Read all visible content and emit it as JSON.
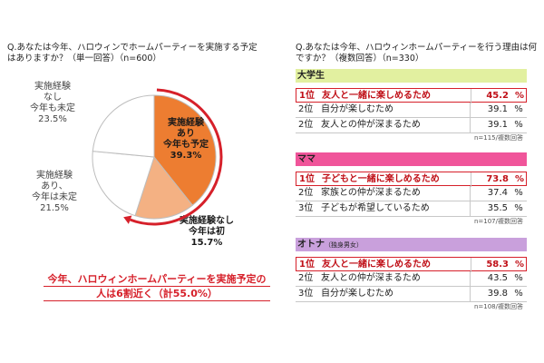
{
  "left_question": "Q.あなたは今年、ハロウィンでホームパーティーを実施する予定はありますか？（単一回答）（n=600）",
  "right_question": "Q.あなたは今年、ハロウィンホームパーティーを行う理由は何ですか？（複数回答）（n=330）",
  "conclusion": {
    "line1": "今年、ハロウィンホームパーティーを実施予定の",
    "line2": "人は6割近く（計55.0%）"
  },
  "colors": {
    "dark_orange": "#ed7d31",
    "light_orange": "#f4b183",
    "white_slice": "#ffffff",
    "accent_red": "#d6202a",
    "student_head": "#e2f0a0",
    "mama_head": "#f0559a",
    "otona_head": "#c9a0dc"
  },
  "chart_data": [
    {
      "type": "pie",
      "slices": [
        {
          "label_lines": [
            "実施経験",
            "あり",
            "今年も予定"
          ],
          "value_text": "39.3%",
          "value": 39.3,
          "color": "#ed7d31"
        },
        {
          "label_lines": [
            "実施経験なし",
            "今年は初"
          ],
          "value_text": "15.7%",
          "value": 15.7,
          "color": "#f4b183"
        },
        {
          "label_lines": [
            "実施経験",
            "あり、",
            "今年は未定"
          ],
          "value_text": "21.5%",
          "value": 21.5,
          "color": "#ffffff"
        },
        {
          "label_lines": [
            "実施経験",
            "なし",
            "今年も未定"
          ],
          "value_text": "23.5%",
          "value": 23.5,
          "color": "#ffffff"
        }
      ]
    },
    {
      "type": "table",
      "sections": [
        {
          "title": "大学生",
          "title_sub": "",
          "rows": [
            {
              "rank": "1位",
              "reason": "友人と一緒に楽しめるため",
              "value": "45.2",
              "unit": "%"
            },
            {
              "rank": "2位",
              "reason": "自分が楽しむため",
              "value": "39.1",
              "unit": "%"
            },
            {
              "rank": "2位",
              "reason": "友人との仲が深まるため",
              "value": "39.1",
              "unit": "%"
            }
          ],
          "note": "n=115/複数回答"
        },
        {
          "title": "ママ",
          "title_sub": "",
          "rows": [
            {
              "rank": "1位",
              "reason": "子どもと一緒に楽しめるため",
              "value": "73.8",
              "unit": "%"
            },
            {
              "rank": "2位",
              "reason": "家族との仲が深まるため",
              "value": "37.4",
              "unit": "%"
            },
            {
              "rank": "3位",
              "reason": "子どもが希望しているため",
              "value": "35.5",
              "unit": "%"
            }
          ],
          "note": "n=107/複数回答"
        },
        {
          "title": "オトナ",
          "title_sub": "（独身男女）",
          "rows": [
            {
              "rank": "1位",
              "reason": "友人と一緒に楽しめるため",
              "value": "58.3",
              "unit": "%"
            },
            {
              "rank": "2位",
              "reason": "友人との仲が深まるため",
              "value": "43.5",
              "unit": "%"
            },
            {
              "rank": "3位",
              "reason": "自分が楽しむため",
              "value": "39.8",
              "unit": "%"
            }
          ],
          "note": "n=108/複数回答"
        }
      ]
    }
  ]
}
